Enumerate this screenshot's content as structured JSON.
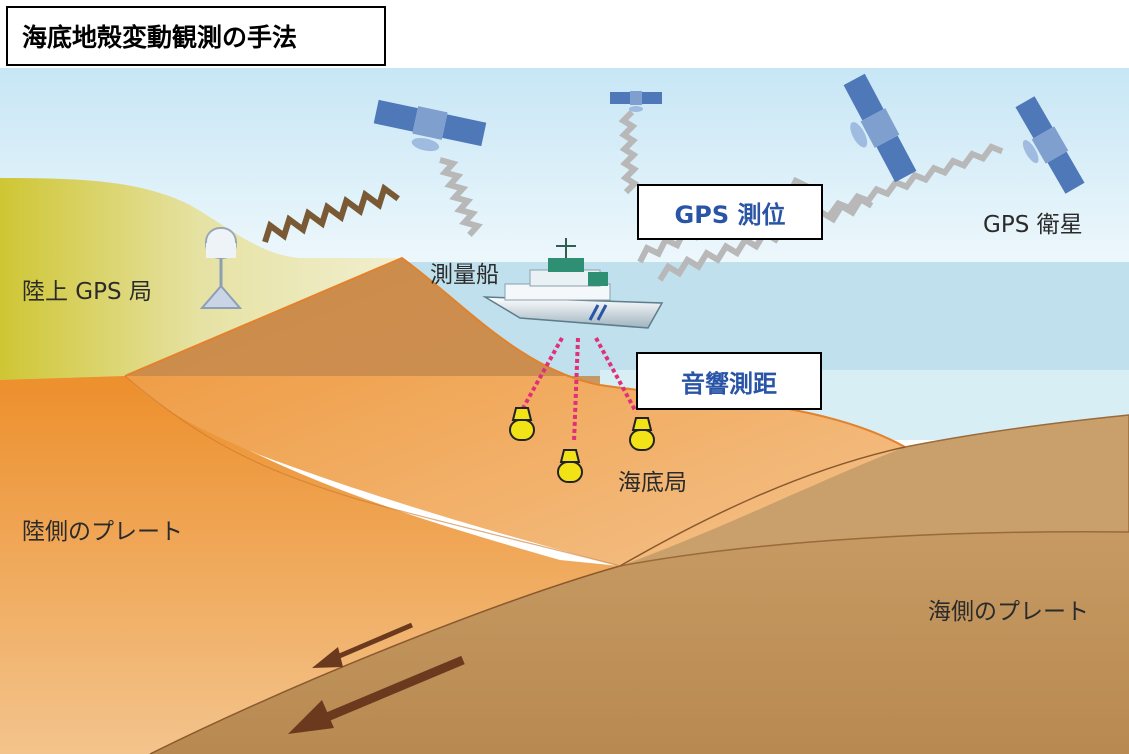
{
  "title": "海底地殻変動観測の手法",
  "labels": {
    "gps_positioning": "GPS 測位",
    "acoustic_ranging": "音響測距",
    "gps_satellite": "GPS 衛星",
    "land_gps_station": "陸上 GPS 局",
    "survey_vessel": "測量船",
    "seafloor_station": "海底局",
    "land_plate": "陸側のプレート",
    "ocean_plate": "海側のプレート"
  },
  "colors": {
    "sky": "#d6ecf7",
    "sea": "#bfe0ec",
    "land_hill": "#d9d48a",
    "land_plate": "#eb9a43",
    "ocean_plate": "#c39660",
    "callout_text": "#2a55a6",
    "acoustic_line": "#e0307a",
    "station": "#f2e317",
    "arrow": "#6b3a1e"
  }
}
